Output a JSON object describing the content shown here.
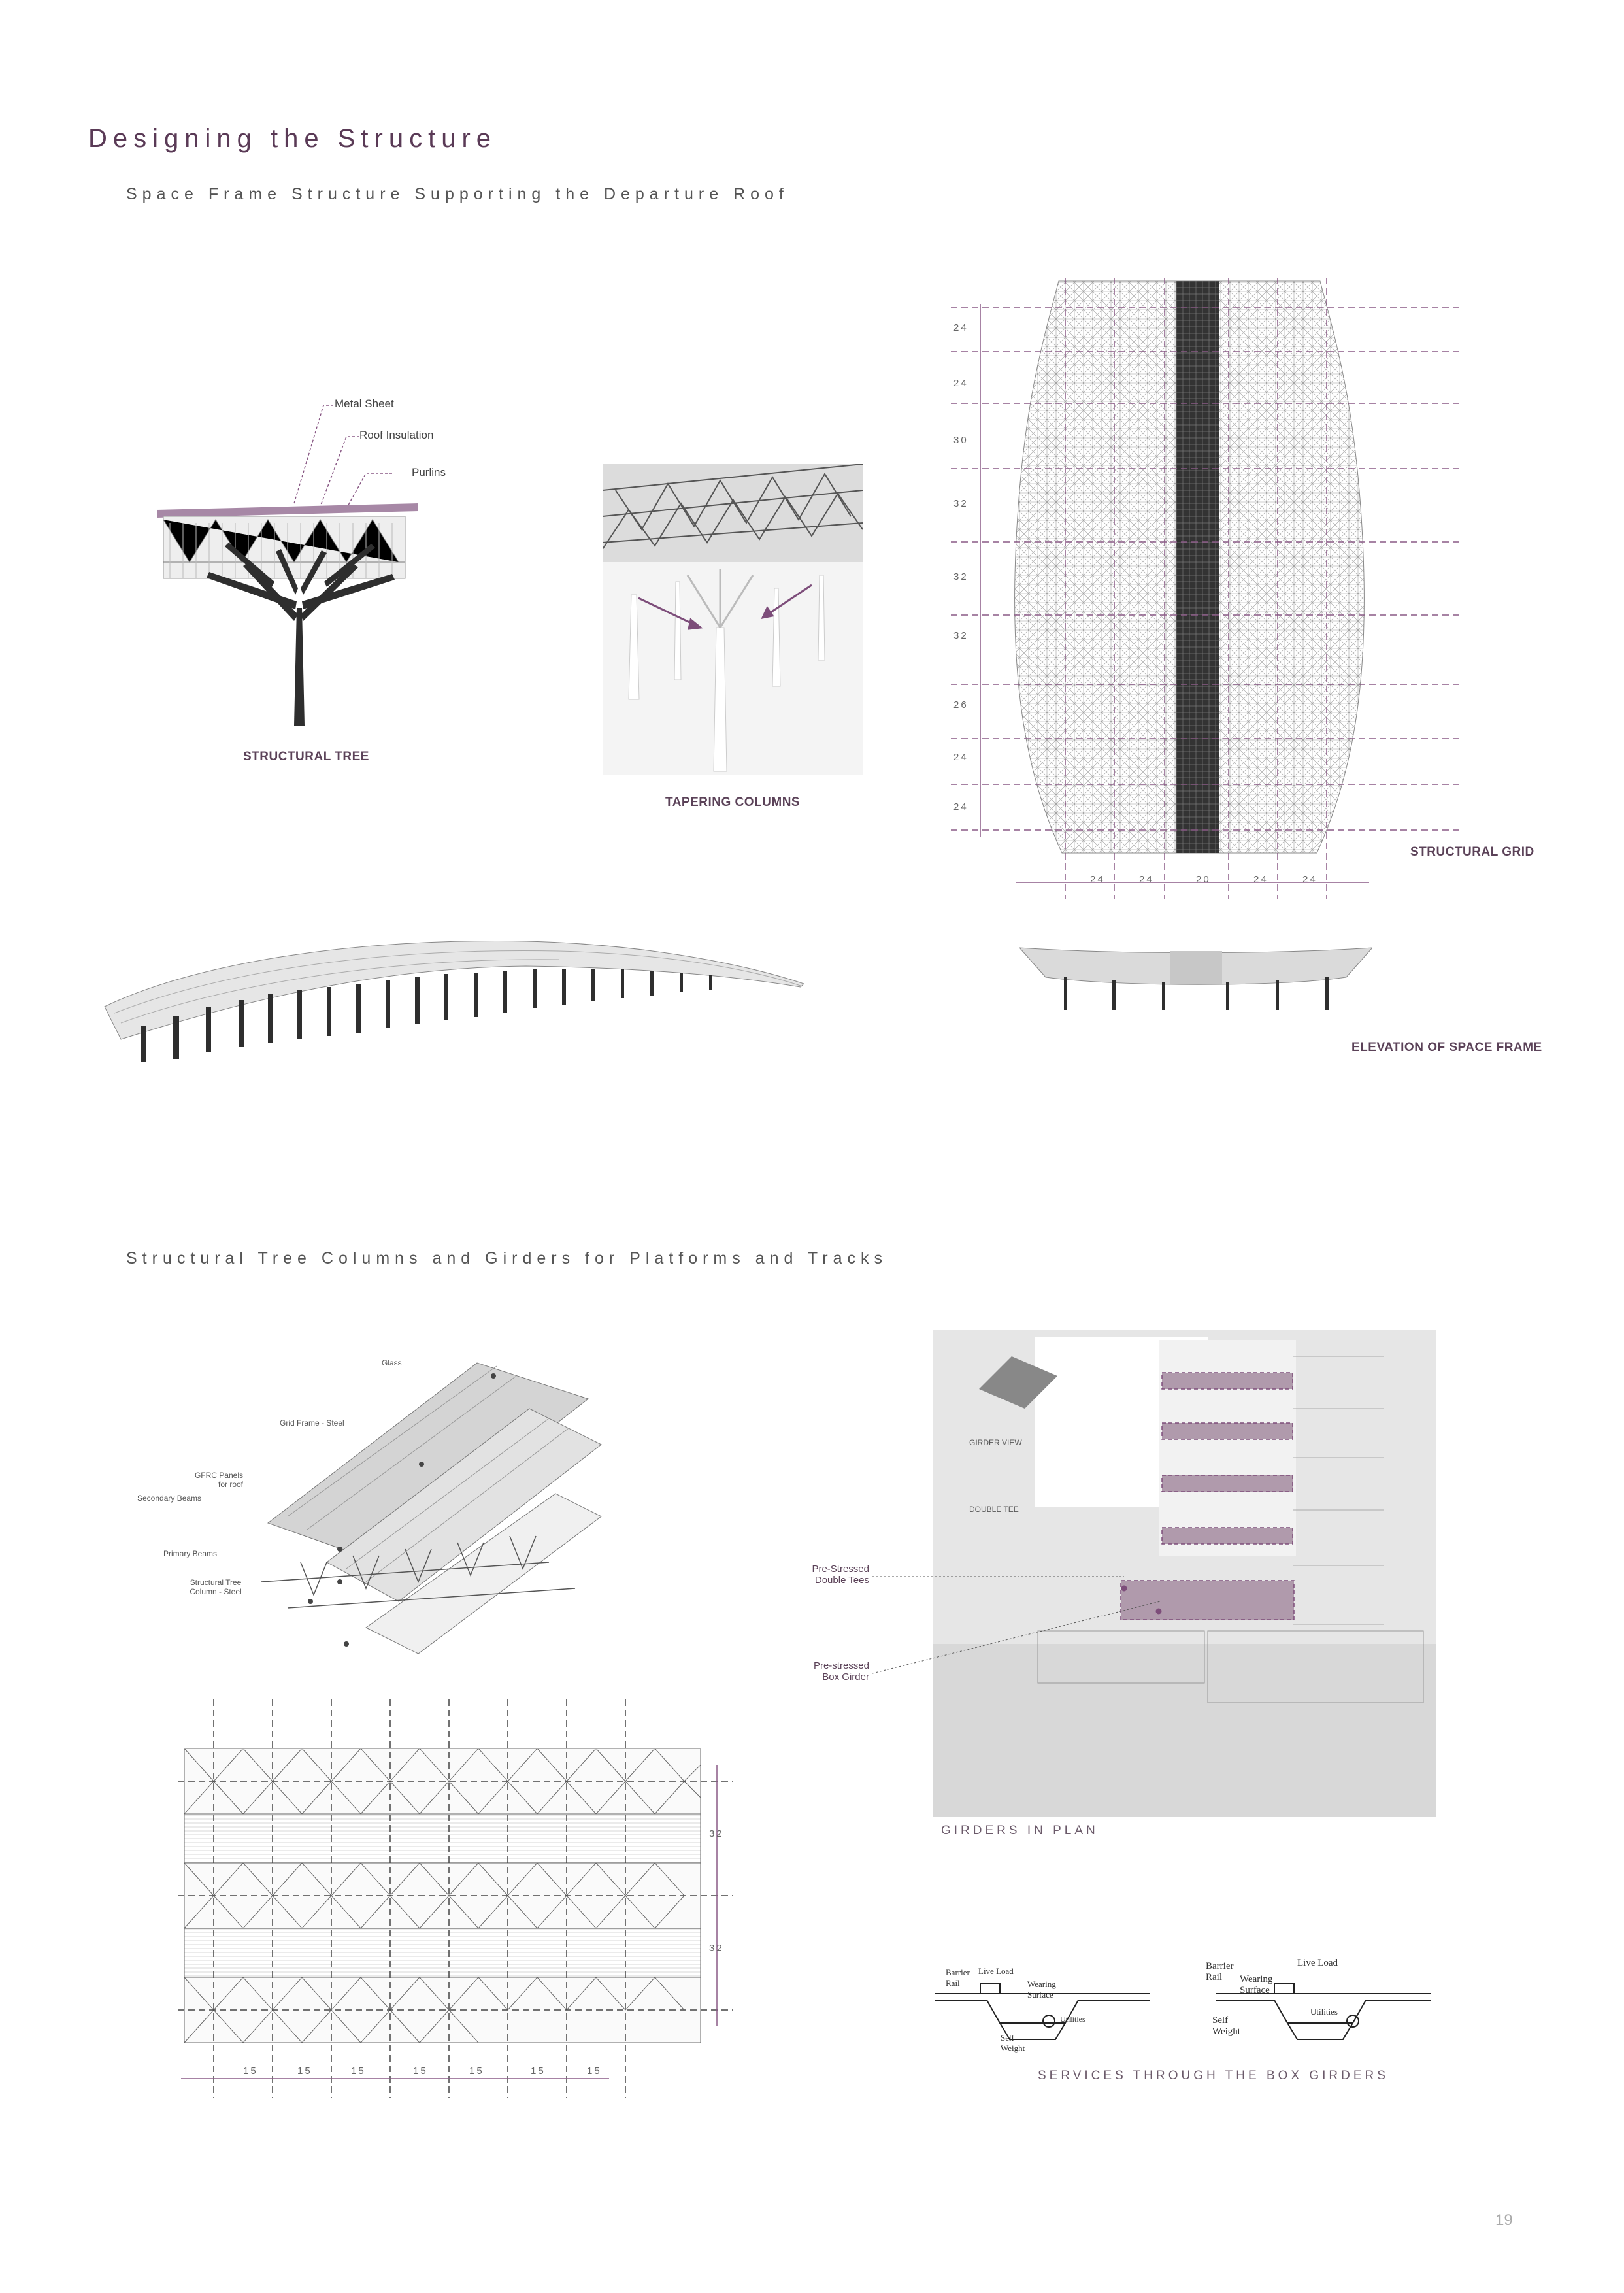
{
  "page": {
    "title": "Designing the Structure",
    "number": "19"
  },
  "section1": {
    "subtitle": "Space Frame Structure Supporting the Departure Roof",
    "tree": {
      "labels": [
        "Metal Sheet",
        "Roof Insulation",
        "Purlins"
      ],
      "caption": "STRUCTURAL TREE"
    },
    "columns_caption": "TAPERING COLUMNS",
    "grid": {
      "caption": "STRUCTURAL GRID",
      "row_dims": [
        "24",
        "24",
        "30",
        "32",
        "32",
        "32",
        "26",
        "24",
        "24"
      ],
      "col_dims": [
        "24",
        "24",
        "20",
        "24",
        "24"
      ]
    },
    "elevation_caption": "ELEVATION OF SPACE FRAME"
  },
  "section2": {
    "subtitle": "Structural Tree Columns and Girders for Platforms and Tracks",
    "axon_labels": [
      "Glass",
      "Grid Frame - Steel",
      "GFRC Panels for roof",
      "Secondary Beams",
      "Primary Beams",
      "Structural Tree Column - Steel"
    ],
    "plan_grid": {
      "row_dims": [
        "32",
        "32"
      ],
      "col_dims": [
        "15",
        "15",
        "15",
        "15",
        "15",
        "15",
        "15"
      ]
    },
    "girders": {
      "labels": [
        "Pre-Stressed Double Tees",
        "Pre-stressed Box Girder"
      ],
      "inset_labels": [
        "GIRDER VIEW",
        "DOUBLE TEE"
      ],
      "caption": "GIRDERS IN PLAN"
    },
    "services": {
      "labels_left": [
        "Barrier Rail",
        "Live Load",
        "Wearing Surface",
        "Utilities",
        "Self Weight"
      ],
      "labels_right": [
        "Barrier Rail",
        "Live Load",
        "Wearing Surface",
        "Utilities",
        "Self Weight"
      ],
      "caption": "SERVICES THROUGH THE BOX GIRDERS"
    }
  },
  "colors": {
    "accent": "#8a5a86",
    "title": "#5a3a56",
    "dark": "#2e2e2e"
  }
}
